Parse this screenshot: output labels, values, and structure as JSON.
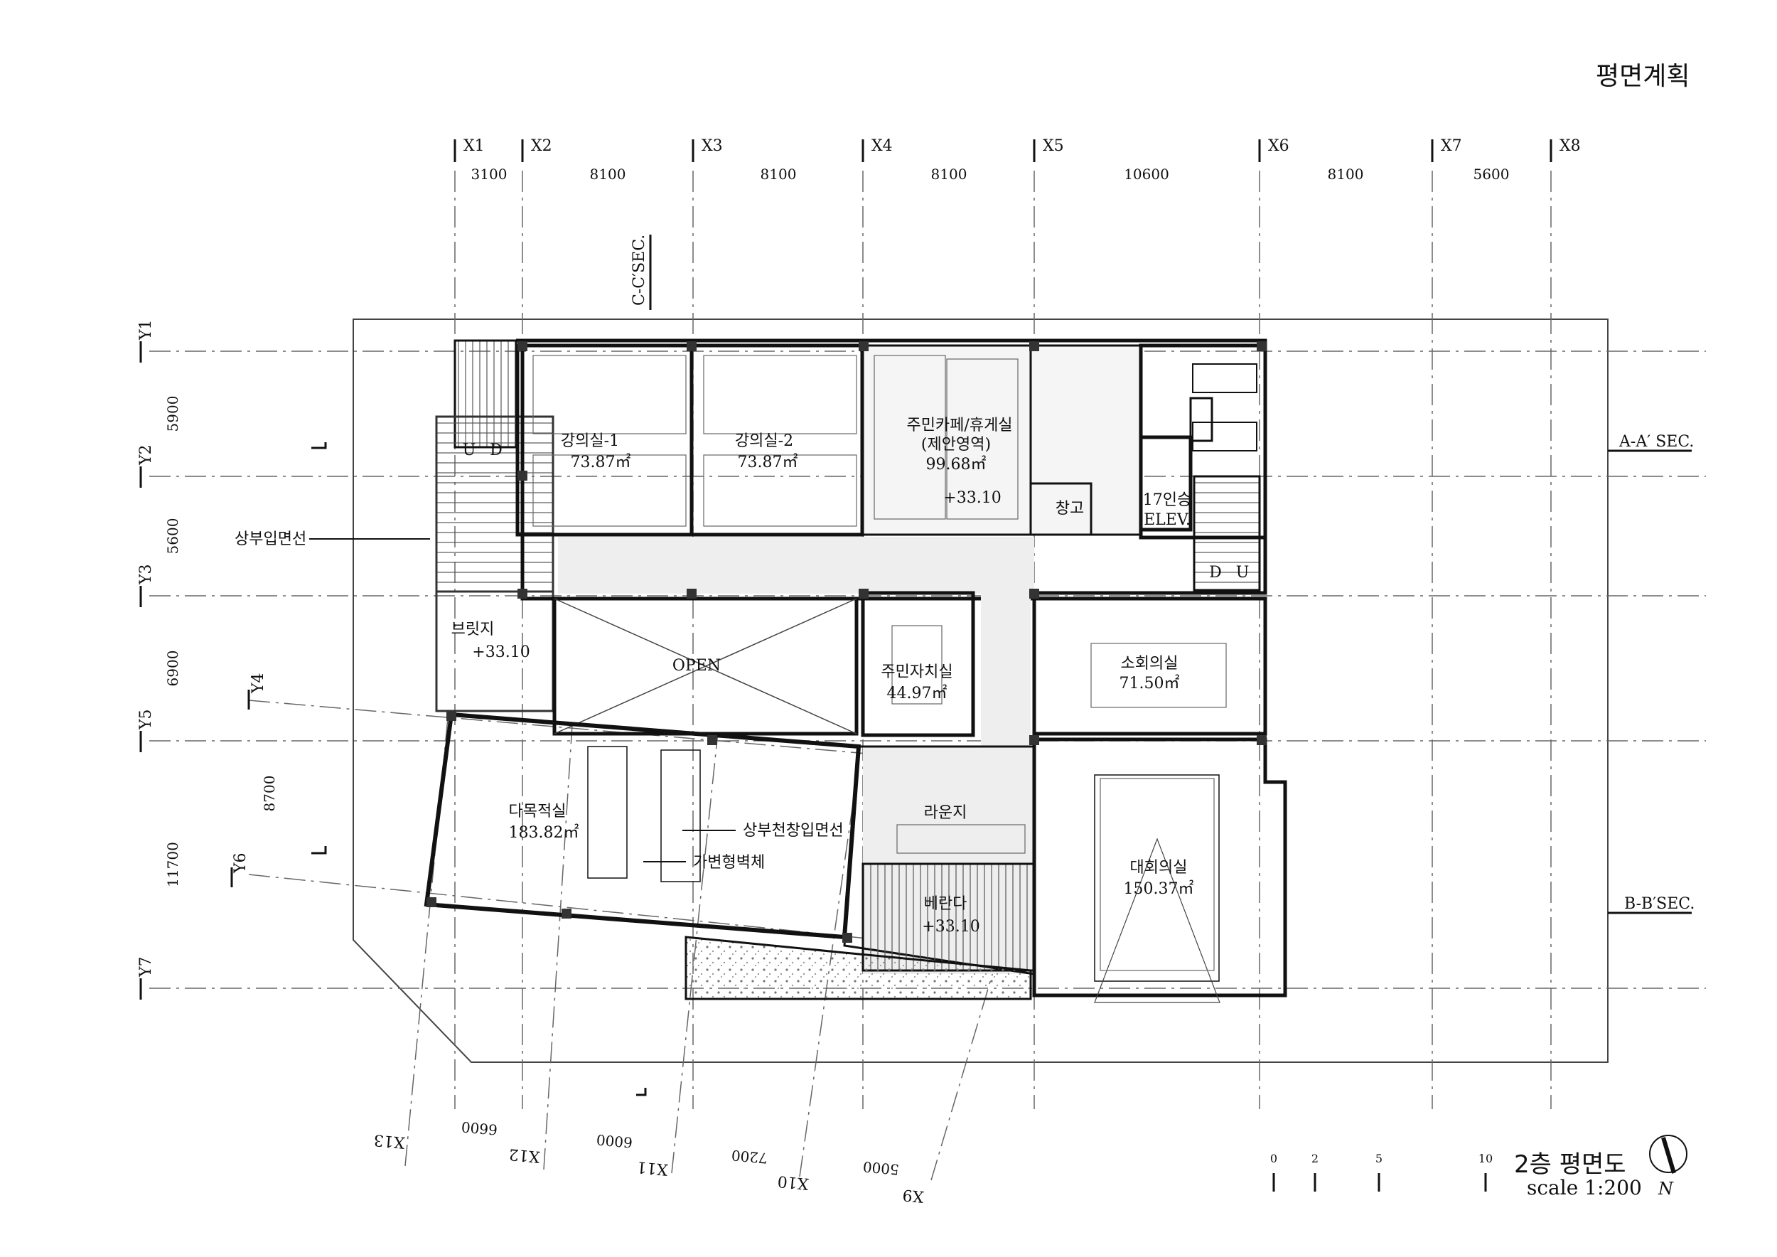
{
  "header": {
    "title": "평면계획"
  },
  "sheet": {
    "title": "2층 평면도",
    "scale": "scale 1:200",
    "north": "N"
  },
  "scale_bar": {
    "ticks": [
      "0",
      "2",
      "5",
      "10"
    ]
  },
  "grid": {
    "x_labels": [
      "X1",
      "X2",
      "X3",
      "X4",
      "X5",
      "X6",
      "X7",
      "X8"
    ],
    "x_dims": [
      "3100",
      "8100",
      "8100",
      "8100",
      "10600",
      "8100",
      "5600"
    ],
    "y_labels": [
      "Y1",
      "Y2",
      "Y3",
      "Y5",
      "Y7"
    ],
    "y_dims": [
      "5900",
      "5600",
      "6900",
      "11700"
    ],
    "y_skew_labels": [
      "Y4",
      "Y6"
    ],
    "y_skew_dim": "8700",
    "bottom_labels": [
      "X13",
      "X12",
      "X11",
      "X10",
      "X9"
    ],
    "bottom_dims": [
      "6600",
      "6000",
      "7200",
      "5000"
    ]
  },
  "sections": {
    "aa": "A-A′ SEC.",
    "bb": "B-B′SEC.",
    "cc": "C-C′SEC."
  },
  "rooms": {
    "lecture1": {
      "name": "강의실-1",
      "area": "73.87㎡"
    },
    "lecture2": {
      "name": "강의실-2",
      "area": "73.87㎡"
    },
    "cafe": {
      "name": "주민카페/휴게실",
      "sub": "(제안영역)",
      "area": "99.68㎡",
      "level": "+33.10"
    },
    "storage": {
      "name": "창고"
    },
    "elevator": {
      "line1": "17인승",
      "line2": "ELEV."
    },
    "stair_left": {
      "u": "U",
      "d": "D"
    },
    "stair_right": {
      "d": "D",
      "u": "U"
    },
    "bridge": {
      "name": "브릿지",
      "level": "+33.10"
    },
    "open": {
      "name": "OPEN"
    },
    "council": {
      "name": "주민자치실",
      "area": "44.97㎡"
    },
    "small_meeting": {
      "name": "소회의실",
      "area": "71.50㎡"
    },
    "multipurpose": {
      "name": "다목적실",
      "area": "183.82㎡"
    },
    "lounge": {
      "name": "라운지"
    },
    "large_meeting": {
      "name": "대회의실",
      "area": "150.37㎡"
    },
    "veranda": {
      "name": "베란다",
      "level": "+33.10"
    }
  },
  "notes": {
    "upper_entrance": "상부입면선",
    "upper_ceiling_window": "상부천창입면선",
    "movable_wall": "가변형벽체"
  }
}
